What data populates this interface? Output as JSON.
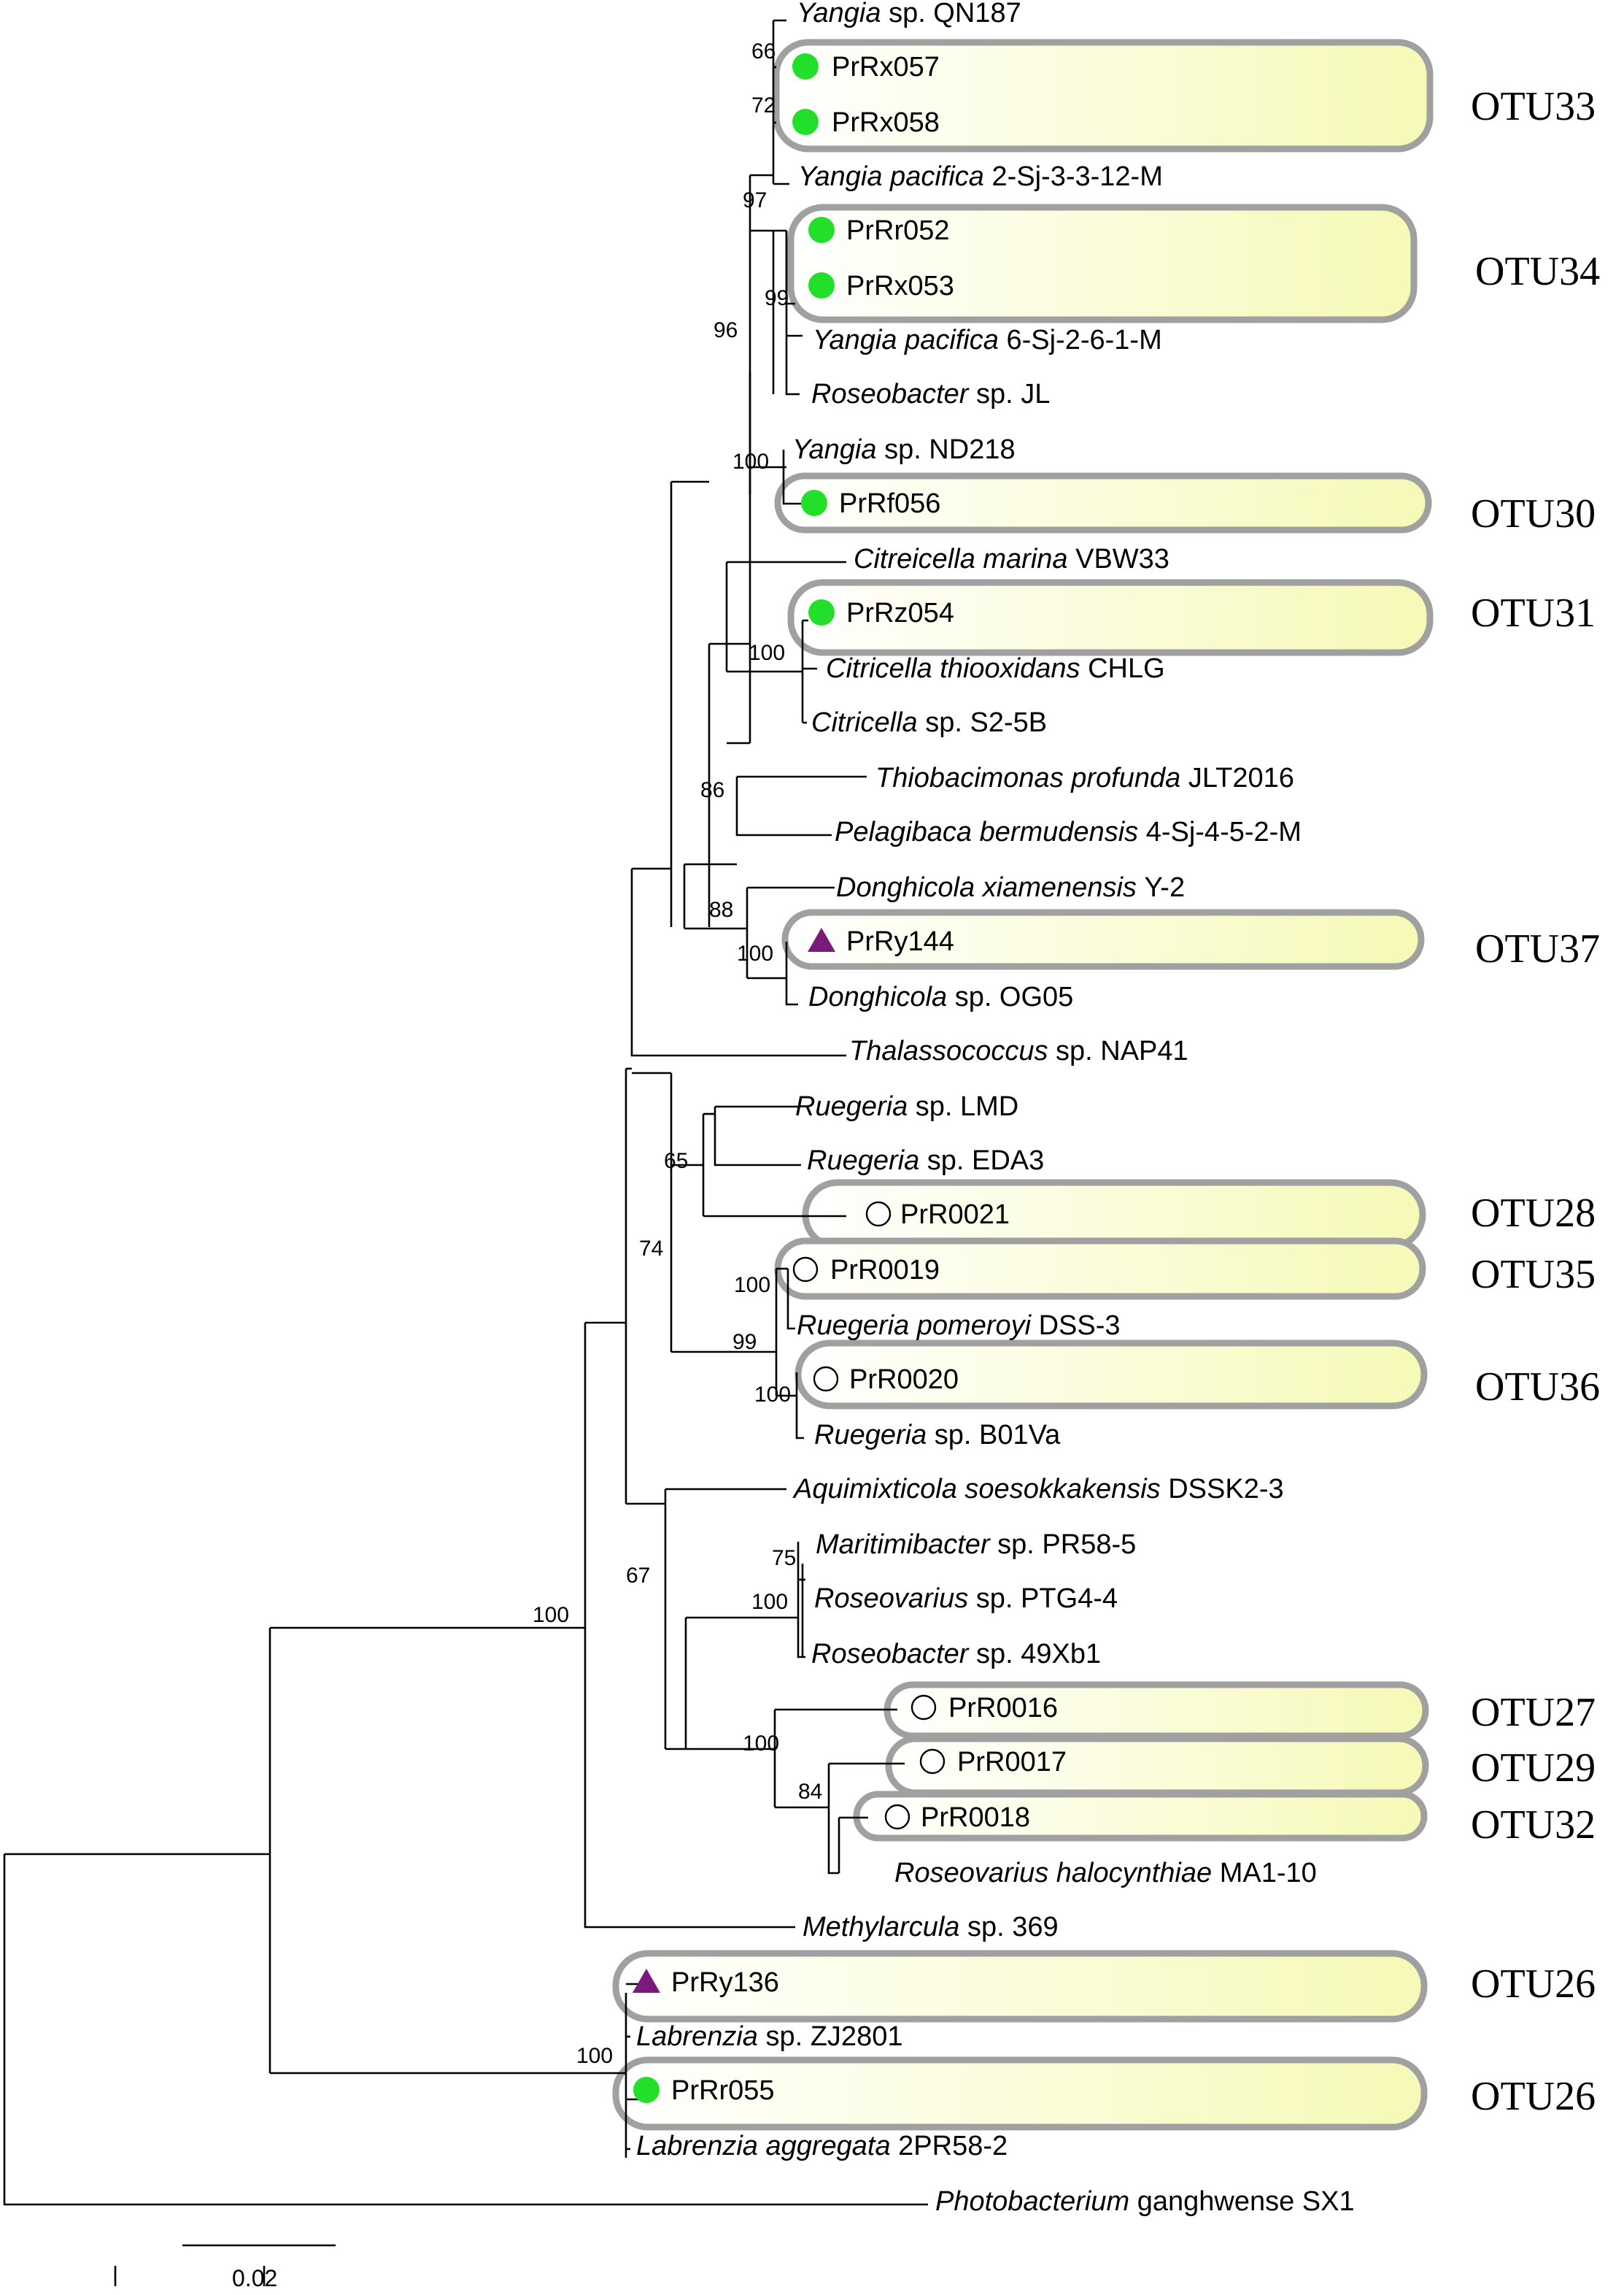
{
  "colors": {
    "green_marker": "#22e02a",
    "purple_marker": "#7a1a7a",
    "otu_border": "#a0a0a0",
    "otu_fill_start": "#ffffff",
    "otu_fill_end": "#f6f9b6"
  },
  "taxa": [
    {
      "id": "t01",
      "genus": "Yangia",
      "rest": "sp. QN187",
      "marker": "none"
    },
    {
      "id": "t02",
      "genus": "",
      "rest": "PrRx057",
      "marker": "green-circle"
    },
    {
      "id": "t03",
      "genus": "",
      "rest": "PrRx058",
      "marker": "green-circle"
    },
    {
      "id": "t04",
      "genus": "Yangia pacifica",
      "rest": "2-Sj-3-3-12-M",
      "marker": "none"
    },
    {
      "id": "t05",
      "genus": "",
      "rest": "PrRr052",
      "marker": "green-circle"
    },
    {
      "id": "t06",
      "genus": "",
      "rest": "PrRx053",
      "marker": "green-circle"
    },
    {
      "id": "t07",
      "genus": "Yangia pacifica",
      "rest": "6-Sj-2-6-1-M",
      "marker": "none"
    },
    {
      "id": "t08",
      "genus": "Roseobacter",
      "rest": "sp. JL",
      "marker": "none"
    },
    {
      "id": "t09",
      "genus": "Yangia",
      "rest": "sp. ND218",
      "marker": "none"
    },
    {
      "id": "t10",
      "genus": "",
      "rest": "PrRf056",
      "marker": "green-circle"
    },
    {
      "id": "t11",
      "genus": "Citreicella marina",
      "rest": "VBW33",
      "marker": "none"
    },
    {
      "id": "t12",
      "genus": "",
      "rest": "PrRz054",
      "marker": "green-circle"
    },
    {
      "id": "t13",
      "genus": "Citricella thiooxidans",
      "rest": "CHLG",
      "marker": "none"
    },
    {
      "id": "t14",
      "genus": "Citricella",
      "rest": "sp. S2-5B",
      "marker": "none"
    },
    {
      "id": "t15",
      "genus": "Thiobacimonas profunda",
      "rest": "JLT2016",
      "marker": "none"
    },
    {
      "id": "t16",
      "genus": "Pelagibaca bermudensis",
      "rest": "4-Sj-4-5-2-M",
      "marker": "none"
    },
    {
      "id": "t17",
      "genus": "Donghicola xiamenensis",
      "rest": "Y-2",
      "marker": "none"
    },
    {
      "id": "t18",
      "genus": "",
      "rest": "PrRy144",
      "marker": "purple-triangle"
    },
    {
      "id": "t19",
      "genus": "Donghicola",
      "rest": "sp. OG05",
      "marker": "none"
    },
    {
      "id": "t20",
      "genus": "Thalassococcus",
      "rest": "sp. NAP41",
      "marker": "none"
    },
    {
      "id": "t21",
      "genus": "Ruegeria",
      "rest": "sp. LMD",
      "marker": "none"
    },
    {
      "id": "t22",
      "genus": "Ruegeria",
      "rest": "sp. EDA3",
      "marker": "none"
    },
    {
      "id": "t23",
      "genus": "",
      "rest": "PrR0021",
      "marker": "open-circle"
    },
    {
      "id": "t24",
      "genus": "",
      "rest": "PrR0019",
      "marker": "open-circle"
    },
    {
      "id": "t25",
      "genus": "Ruegeria pomeroyi",
      "rest": "DSS-3",
      "marker": "none"
    },
    {
      "id": "t26",
      "genus": "",
      "rest": "PrR0020",
      "marker": "open-circle"
    },
    {
      "id": "t27",
      "genus": "Ruegeria",
      "rest": "sp. B01Va",
      "marker": "none"
    },
    {
      "id": "t28",
      "genus": "Aquimixticola  soesokkakensis",
      "rest": " DSSK2-3",
      "marker": "none"
    },
    {
      "id": "t29",
      "genus": "Maritimibacter",
      "rest": "sp. PR58-5",
      "marker": "none"
    },
    {
      "id": "t30",
      "genus": "Roseovarius",
      "rest": "sp. PTG4-4",
      "marker": "none"
    },
    {
      "id": "t31",
      "genus": "Roseobacter",
      "rest": "sp. 49Xb1",
      "marker": "none"
    },
    {
      "id": "t32",
      "genus": "",
      "rest": "PrR0016",
      "marker": "open-circle"
    },
    {
      "id": "t33",
      "genus": "",
      "rest": "PrR0017",
      "marker": "open-circle"
    },
    {
      "id": "t34",
      "genus": "",
      "rest": "PrR0018",
      "marker": "open-circle"
    },
    {
      "id": "t35",
      "genus": "Roseovarius halocynthiae",
      "rest": "MA1-10",
      "marker": "none"
    },
    {
      "id": "t36",
      "genus": "Methylarcula",
      "rest": "sp. 369",
      "marker": "none"
    },
    {
      "id": "t37",
      "genus": "",
      "rest": "PrRy136",
      "marker": "purple-triangle"
    },
    {
      "id": "t38",
      "genus": "Labrenzia",
      "rest": "sp. ZJ2801",
      "marker": "none"
    },
    {
      "id": "t39",
      "genus": "",
      "rest": "PrRr055",
      "marker": "green-circle"
    },
    {
      "id": "t40",
      "genus": "Labrenzia aggregata",
      "rest": "2PR58-2",
      "marker": "none"
    },
    {
      "id": "t41",
      "genus": "Photobacterium",
      "rest": "ganghwense SX1",
      "marker": "none"
    }
  ],
  "bootstrap": [
    "66",
    "72",
    "97",
    "99",
    "96",
    "100",
    "100",
    "86",
    "88",
    "100",
    "65",
    "74",
    "100",
    "99",
    "100",
    "67",
    "75",
    "100",
    "100",
    "84",
    "100",
    "100"
  ],
  "otus": [
    "OTU33",
    "OTU34",
    "OTU30",
    "OTU31",
    "OTU37",
    "OTU28",
    "OTU35",
    "OTU36",
    "OTU27",
    "OTU29",
    "OTU32",
    "OTU26",
    "OTU26"
  ],
  "scale_bar": {
    "label": "0.02"
  }
}
